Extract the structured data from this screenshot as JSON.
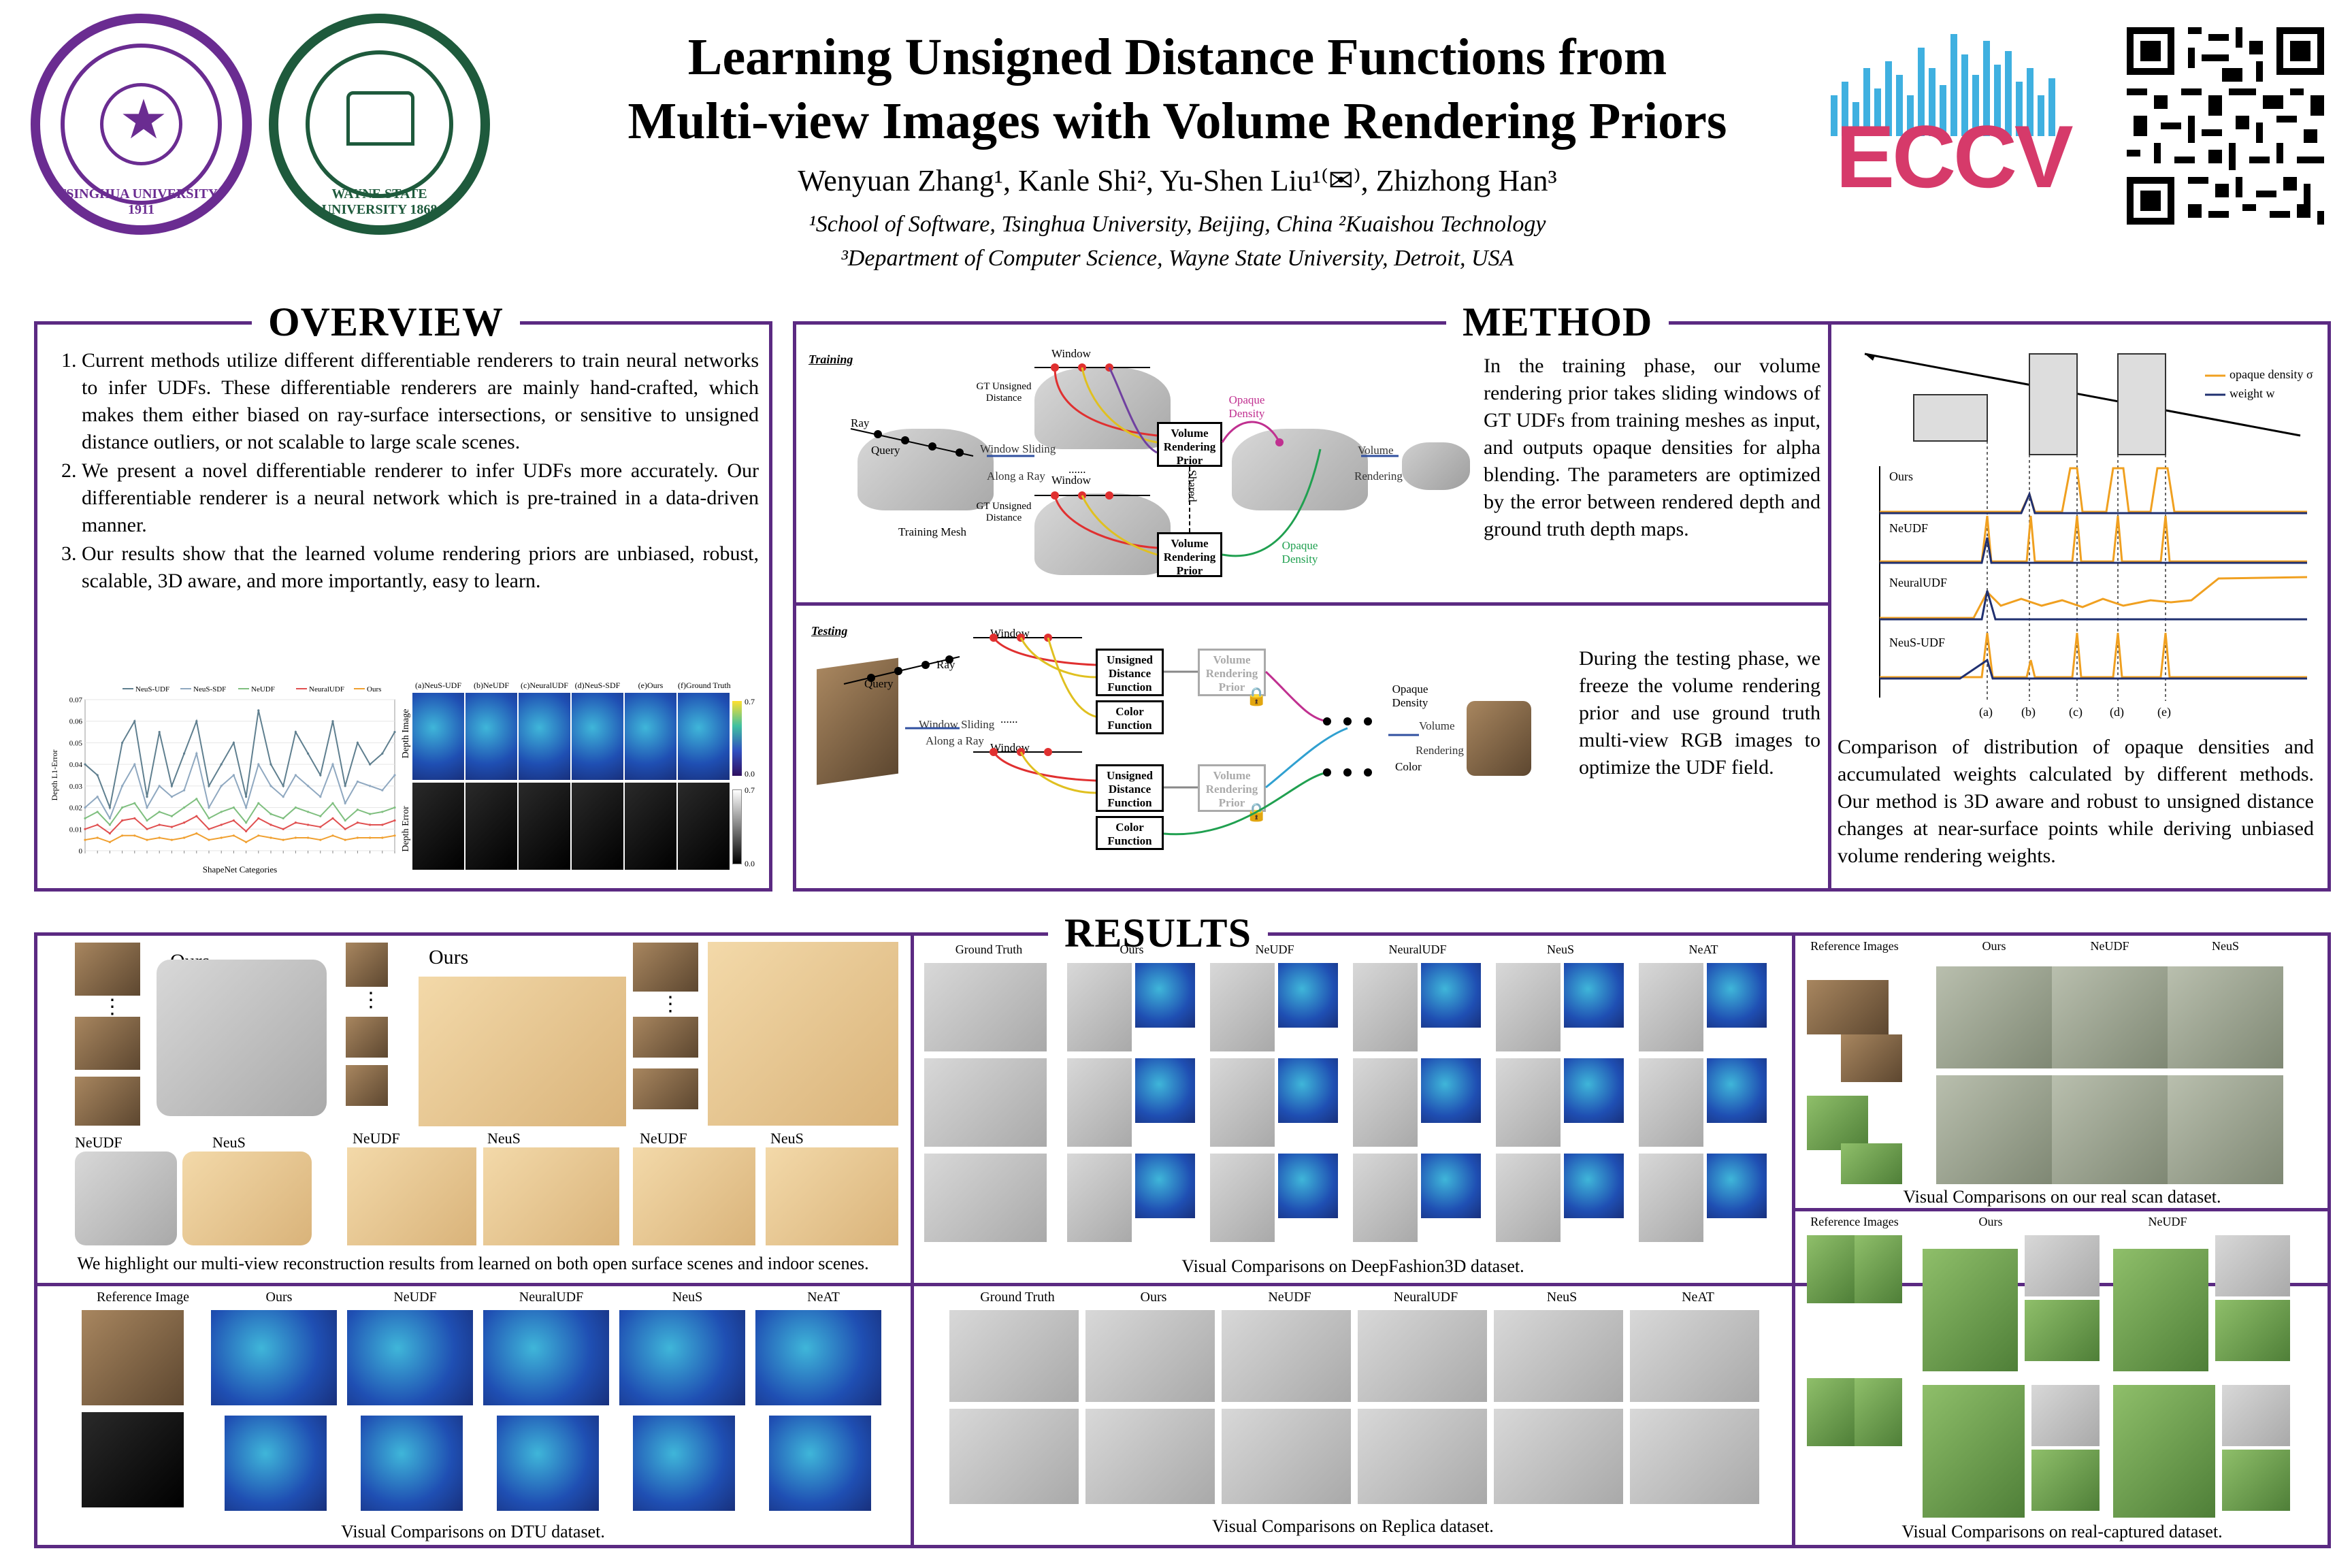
{
  "header": {
    "title_line1": "Learning Unsigned Distance Functions from",
    "title_line2": "Multi-view Images with Volume Rendering Priors",
    "authors": "Wenyuan Zhang¹, Kanle Shi², Yu-Shen Liu¹⁽✉⁾, Zhizhong Han³",
    "affil1": "¹School of Software, Tsinghua University, Beijing, China  ²Kuaishou Technology",
    "affil2": "³Department of Computer Science, Wayne State University, Detroit, USA",
    "logo_tsinghua_text": "TSINGHUA UNIVERSITY · 1911",
    "logo_wayne_text": "WAYNE STATE UNIVERSITY 1868",
    "eccv": "ECCV"
  },
  "overview": {
    "title": "OVERVIEW",
    "items": [
      "Current methods utilize different differentiable renderers to train neural networks to infer UDFs. These differentiable renderers are mainly hand-crafted, which makes them either biased on ray-surface intersections, or sensitive to unsigned distance outliers, or not scalable to large scale scenes.",
      "We present a novel differentiable renderer to infer UDFs more accurately. Our differentiable renderer is a neural network which is pre-trained in a data-driven manner.",
      "Our results show that the learned volume rendering priors are unbiased, robust, scalable, 3D aware, and more importantly, easy to learn."
    ],
    "chart_legend": [
      "NeuS-UDF",
      "NeuS-SDF",
      "NeUDF",
      "NeuralUDF",
      "Ours"
    ],
    "chart_ylabel": "Depth L1-Error",
    "chart_xlabel": "ShapeNet Categories",
    "chart_yticks": [
      "0.07",
      "0.06",
      "0.05",
      "0.04",
      "0.03",
      "0.02",
      "0.01",
      "0"
    ],
    "depth_cols": [
      "(a)NeuS-UDF",
      "(b)NeUDF",
      "(c)NeuralUDF",
      "(d)NeuS-SDF",
      "(e)Ours",
      "(f)Ground Truth"
    ],
    "depth_rows": [
      "Depth Image",
      "Depth Error"
    ],
    "cbar_top": [
      "0.7",
      "0.0"
    ],
    "cbar_bottom": [
      "0.7",
      "0.0"
    ]
  },
  "chart_data": {
    "type": "line",
    "title": "",
    "xlabel": "ShapeNet Categories",
    "ylabel": "Depth L1-Error",
    "ylim": [
      0,
      0.07
    ],
    "legend": "top",
    "series": [
      {
        "name": "NeuS-UDF",
        "color": "#5f7f8f",
        "values": [
          0.04,
          0.035,
          0.02,
          0.05,
          0.06,
          0.025,
          0.055,
          0.03,
          0.045,
          0.06,
          0.03,
          0.04,
          0.05,
          0.025,
          0.065,
          0.04,
          0.03,
          0.055,
          0.045,
          0.035,
          0.06,
          0.03,
          0.05,
          0.04,
          0.045,
          0.055
        ]
      },
      {
        "name": "NeuS-SDF",
        "color": "#8fa8c0",
        "values": [
          0.02,
          0.025,
          0.015,
          0.03,
          0.04,
          0.02,
          0.03,
          0.025,
          0.028,
          0.045,
          0.02,
          0.03,
          0.035,
          0.02,
          0.04,
          0.03,
          0.025,
          0.035,
          0.03,
          0.025,
          0.04,
          0.022,
          0.032,
          0.03,
          0.028,
          0.035
        ]
      },
      {
        "name": "NeUDF",
        "color": "#7fbf7f",
        "values": [
          0.015,
          0.018,
          0.012,
          0.02,
          0.022,
          0.014,
          0.018,
          0.016,
          0.02,
          0.024,
          0.015,
          0.018,
          0.02,
          0.013,
          0.022,
          0.017,
          0.015,
          0.02,
          0.018,
          0.016,
          0.022,
          0.014,
          0.019,
          0.017,
          0.018,
          0.02
        ]
      },
      {
        "name": "NeuralUDF",
        "color": "#e05050",
        "values": [
          0.01,
          0.012,
          0.008,
          0.014,
          0.015,
          0.01,
          0.012,
          0.011,
          0.013,
          0.016,
          0.01,
          0.012,
          0.014,
          0.009,
          0.015,
          0.012,
          0.01,
          0.013,
          0.012,
          0.011,
          0.015,
          0.01,
          0.013,
          0.012,
          0.012,
          0.014
        ]
      },
      {
        "name": "Ours",
        "color": "#f0a030",
        "values": [
          0.005,
          0.006,
          0.004,
          0.007,
          0.007,
          0.005,
          0.006,
          0.005,
          0.006,
          0.008,
          0.005,
          0.006,
          0.007,
          0.004,
          0.007,
          0.006,
          0.005,
          0.006,
          0.006,
          0.005,
          0.007,
          0.005,
          0.006,
          0.006,
          0.006,
          0.007
        ]
      }
    ]
  },
  "method": {
    "title": "METHOD",
    "train_text": "In the training phase, our volume rendering prior takes sliding windows of GT UDFs from training meshes as input, and outputs opaque densities for alpha blending. The parameters are optimized by the error between rendered depth and ground truth depth maps.",
    "test_text": "During the testing phase, we freeze the volume rendering prior and use ground truth multi-view RGB images to optimize the UDF field.",
    "training_label": "Training",
    "testing_label": "Testing",
    "train_nodes": {
      "window": "Window",
      "gt_udf": "GT Unsigned Distance",
      "ray": "Ray",
      "query": "Query",
      "window_sliding": "Window Sliding",
      "along_ray": "Along a Ray",
      "training_mesh": "Training Mesh",
      "vrp": "Volume Rendering Prior",
      "opaque_density": "Opaque Density",
      "shared": "Shared",
      "volume": "Volume",
      "rendering": "Rendering",
      "dots": "......"
    },
    "test_nodes": {
      "window": "Window",
      "ray": "Ray",
      "query": "Query",
      "window_sliding": "Window Sliding",
      "along_ray": "Along a Ray",
      "udf": "Unsigned Distance Function",
      "color_fn": "Color Function",
      "vrp": "Volume Rendering Prior",
      "opaque_density": "Opaque Density",
      "color": "Color",
      "volume": "Volume",
      "rendering": "Rendering",
      "dots": "......"
    },
    "dist_legend": [
      "opaque density σ",
      "weight w"
    ],
    "dist_rows": [
      "Ours",
      "NeUDF",
      "NeuralUDF",
      "NeuS-UDF"
    ],
    "dist_ticks": [
      "(a)",
      "(b)",
      "(c)",
      "(d)",
      "(e)"
    ],
    "dist_caption": "Comparison of distribution of opaque densities and accumulated weights calculated by different methods. Our method is 3D aware and robust to unsigned distance changes at near-surface points while deriving unbiased volume rendering weights."
  },
  "results": {
    "title": "RESULTS",
    "p1": {
      "ours": "Ours",
      "neudf": "NeUDF",
      "neus": "NeuS",
      "caption": "We highlight our multi-view reconstruction results from learned on both open surface scenes and indoor scenes.",
      "dots": "⋮"
    },
    "df3d": {
      "cols": [
        "Ground Truth",
        "Ours",
        "NeUDF",
        "NeuralUDF",
        "NeuS",
        "NeAT"
      ],
      "caption": "Visual Comparisons on DeepFashion3D dataset."
    },
    "scan": {
      "cols": [
        "Reference Images",
        "Ours",
        "NeUDF",
        "NeuS"
      ],
      "caption": "Visual Comparisons on our real scan dataset."
    },
    "dtu": {
      "cols": [
        "Reference Image",
        "Ours",
        "NeUDF",
        "NeuralUDF",
        "NeuS",
        "NeAT"
      ],
      "caption": "Visual Comparisons on DTU dataset."
    },
    "replica": {
      "cols": [
        "Ground Truth",
        "Ours",
        "NeUDF",
        "NeuralUDF",
        "NeuS",
        "NeAT"
      ],
      "caption": "Visual Comparisons on Replica dataset."
    },
    "captured": {
      "cols": [
        "Reference Images",
        "Ours",
        "NeUDF"
      ],
      "caption": "Visual Comparisons on real-captured dataset."
    }
  }
}
